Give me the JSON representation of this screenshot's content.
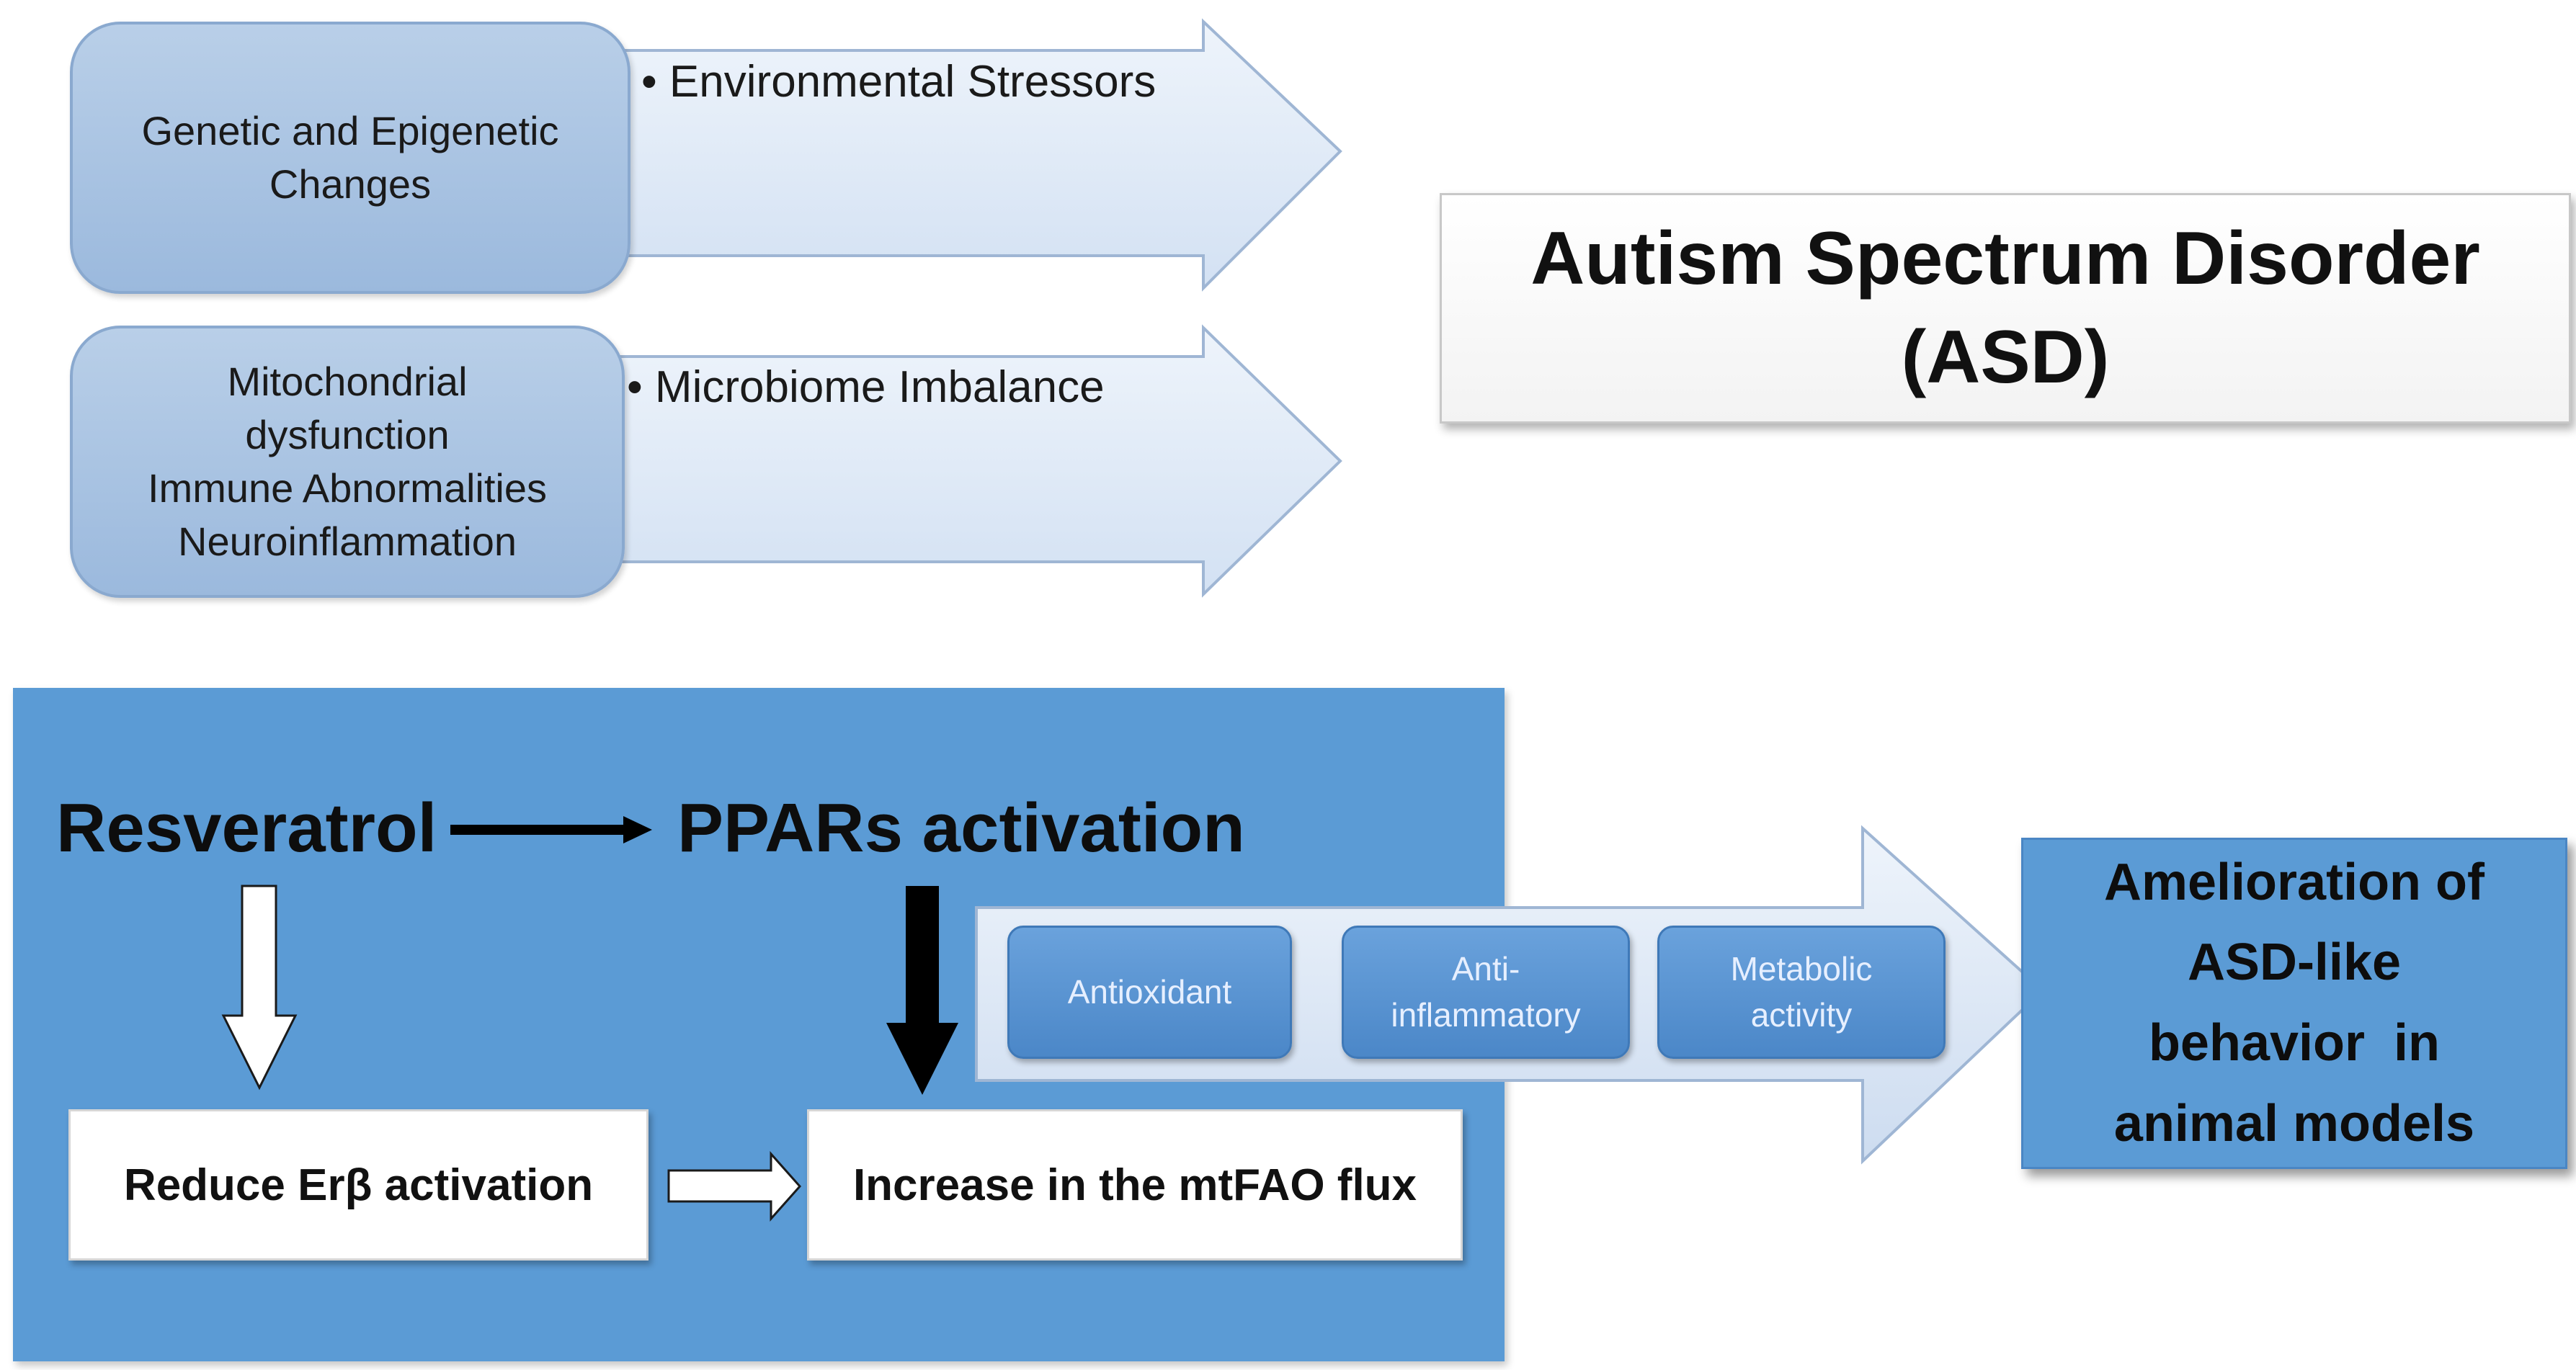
{
  "causes": {
    "box1_lines": [
      "Genetic and Epigenetic",
      "Changes"
    ],
    "arrow1_label": "• Environmental Stressors",
    "box2_lines": [
      "Mitochondrial",
      "dysfunction",
      "Immune Abnormalities",
      "Neuroinflammation"
    ],
    "arrow2_label": "• Microbiome Imbalance"
  },
  "asd": {
    "line1": "Autism Spectrum Disorder",
    "line2": "(ASD)"
  },
  "mechanism": {
    "resveratrol": "Resveratrol",
    "ppars": "PPARs activation",
    "reduce_erb": "Reduce Erβ activation",
    "increase_mtfao": "Increase in the mtFAO flux",
    "effects": [
      {
        "lines": [
          "Antioxidant"
        ]
      },
      {
        "lines": [
          "Anti-",
          "inflammatory"
        ]
      },
      {
        "lines": [
          "Metabolic",
          "activity"
        ]
      }
    ],
    "outcome_lines": [
      "Amelioration of",
      "ASD-like",
      "behavior  in",
      "animal models"
    ]
  },
  "colors": {
    "panel_blue": "#5b9bd5",
    "light_arrow": "#dde8f6",
    "cause_box": "#a9c4e4"
  }
}
